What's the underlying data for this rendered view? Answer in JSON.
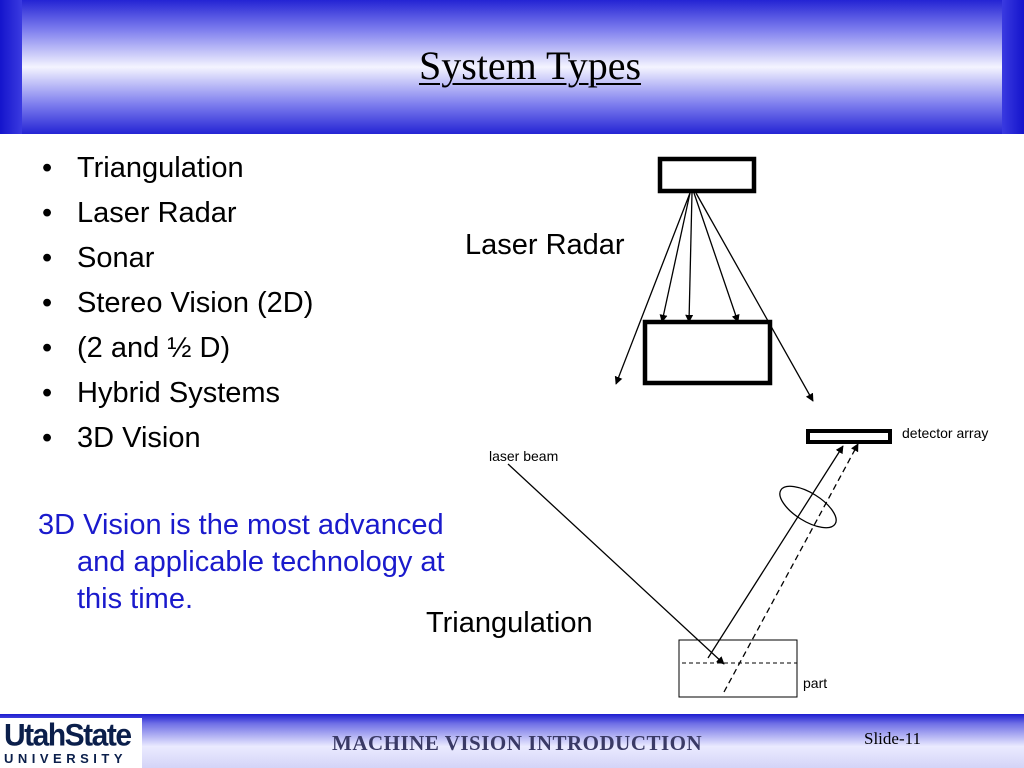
{
  "title": "System Types",
  "bullets": [
    "Triangulation",
    "Laser Radar",
    "Sonar",
    "Stereo Vision (2D)",
    "(2 and ½ D)",
    "Hybrid Systems",
    "3D Vision"
  ],
  "note": "3D Vision is the most advanced and applicable technology at this time.",
  "diagram": {
    "laser_radar_label": "Laser Radar",
    "triangulation_label": "Triangulation",
    "laser_beam_label": "laser beam",
    "detector_array_label": "detector array",
    "part_label": "part"
  },
  "footer": {
    "course": "MACHINE VISION INTRODUCTION",
    "slide": "Slide-11",
    "logo_top": "UtahState",
    "logo_bottom": "UNIVERSITY"
  },
  "colors": {
    "accent_blue": "#1a1acc",
    "frame_blue": "#1414cc",
    "logo_navy": "#0b1f4b"
  }
}
